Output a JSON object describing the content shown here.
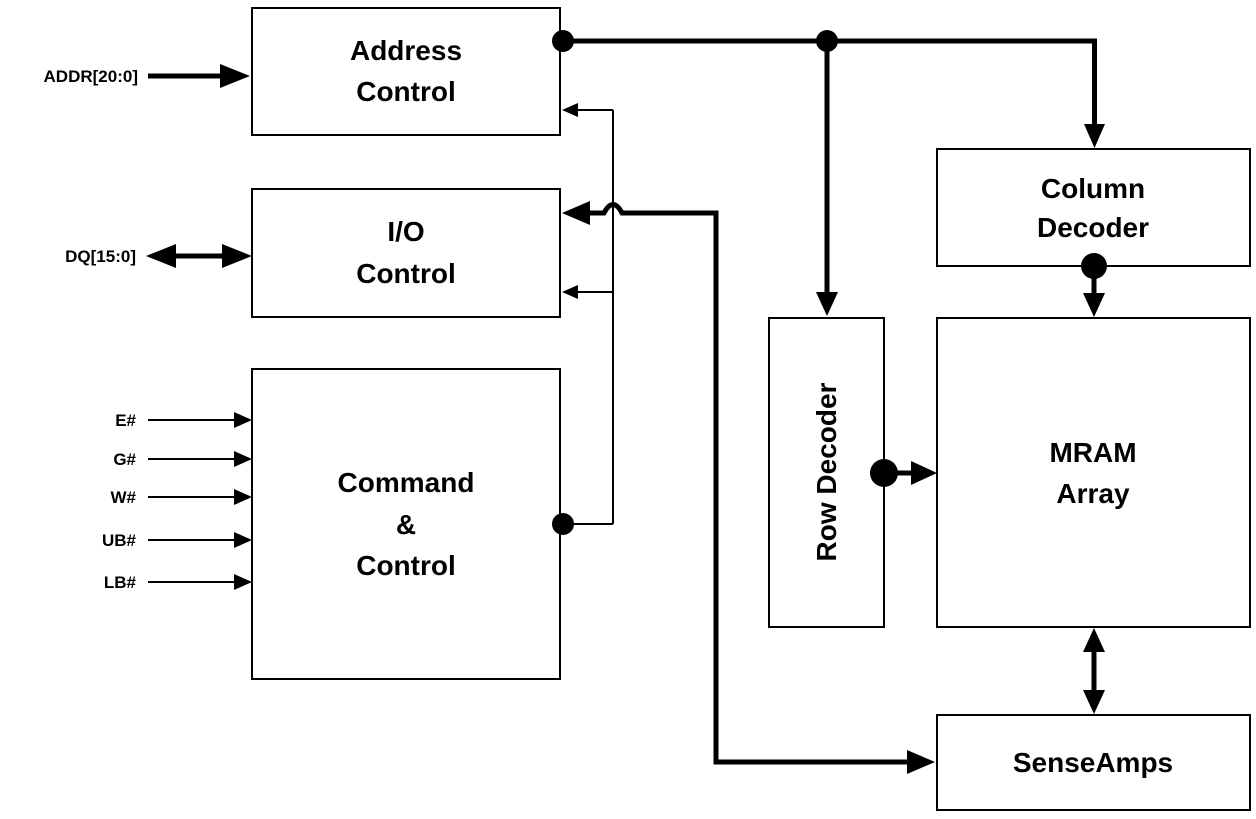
{
  "blocks": {
    "address_control": [
      "Address",
      "Control"
    ],
    "io_control": [
      "I/O",
      "Control"
    ],
    "command_control": [
      "Command",
      "&",
      "Control"
    ],
    "column_decoder": [
      "Column",
      "Decoder"
    ],
    "row_decoder": "Row Decoder",
    "mram_array": [
      "MRAM",
      "Array"
    ],
    "sense_amps": "SenseAmps"
  },
  "signals": {
    "addr": "ADDR[20:0]",
    "dq": "DQ[15:0]",
    "controls": [
      "E#",
      "G#",
      "W#",
      "UB#",
      "LB#"
    ]
  }
}
